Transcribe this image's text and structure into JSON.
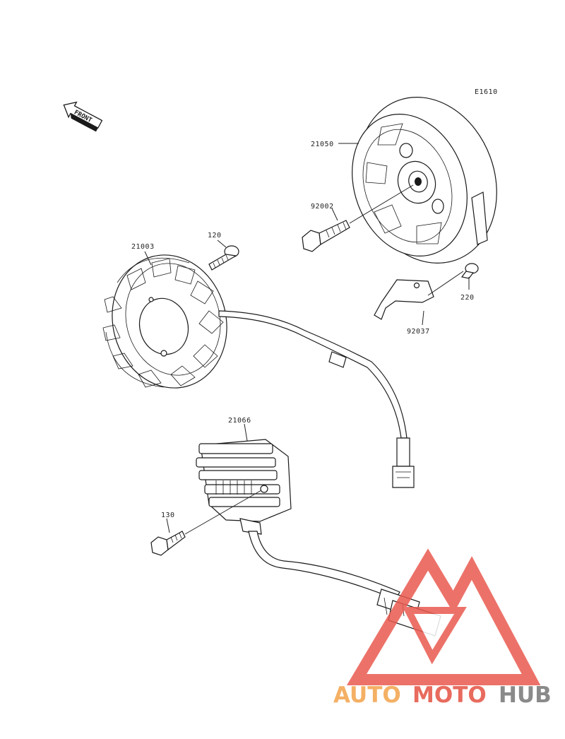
{
  "diagram": {
    "code": "E1610",
    "front_label": "FRONT",
    "parts": {
      "flywheel": "21050",
      "flywheel_bolt": "92002",
      "stator_screw": "120",
      "stator": "21003",
      "bracket_bolt": "220",
      "bracket": "92037",
      "regulator": "21066",
      "regulator_bolt": "130"
    }
  },
  "watermark": {
    "part1": "AUTO",
    "part2": "MOTO",
    "part3": "HUB",
    "color1": "#f4b064",
    "color2": "#e86b5e",
    "color3": "#8a8a8a",
    "logo_color": "#e95a50"
  }
}
